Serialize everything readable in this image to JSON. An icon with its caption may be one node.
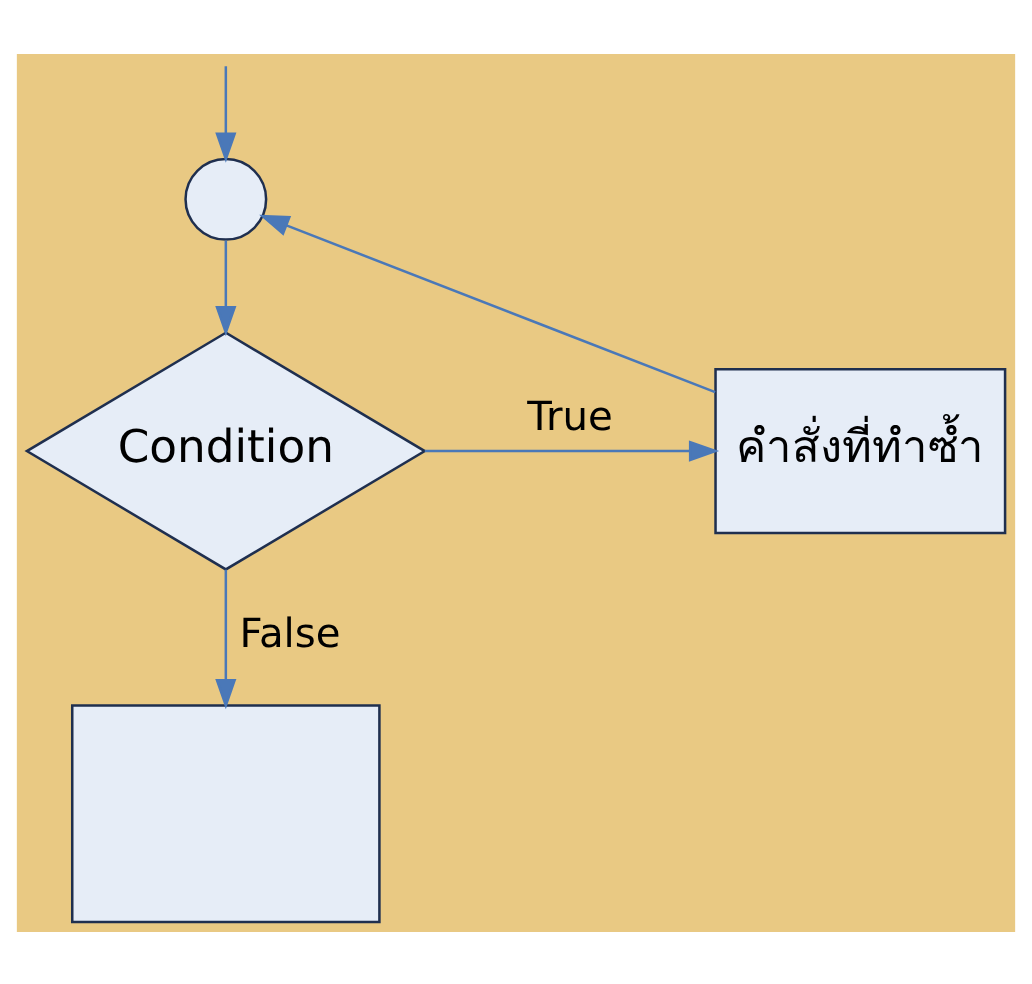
{
  "diagram": {
    "nodes": [
      {
        "text": [],
        "shape": "circle"
      },
      {
        "text": [
          "Condition"
        ]
      },
      {
        "text": [
          "คำสั่งที่ทำซ้ำ"
        ]
      },
      {
        "text": [],
        "shape": "box"
      }
    ],
    "edges": [
      {
        "from": null,
        "to": 0,
        "arrow": "to"
      },
      {
        "from": 0,
        "to": 1,
        "arrow": "to"
      },
      {
        "from": 1,
        "to": 2,
        "arrow": "to",
        "label": "True"
      },
      {
        "from": 2,
        "to": 0,
        "arrow": "to"
      },
      {
        "from": 1,
        "to": 3,
        "arrow": "to",
        "label": "False"
      }
    ]
  }
}
